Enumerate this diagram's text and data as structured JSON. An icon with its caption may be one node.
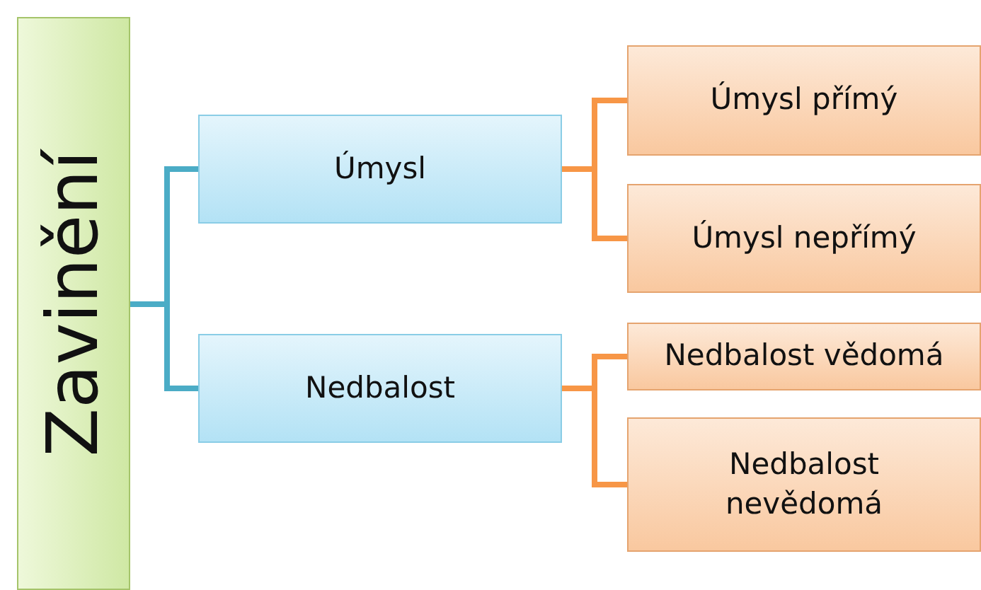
{
  "diagram": {
    "nodes": [
      {
        "text": [
          "Zavinění"
        ]
      },
      {
        "text": [
          "Úmysl"
        ]
      },
      {
        "text": [
          "Nedbalost"
        ]
      },
      {
        "text": [
          "Úmysl přímý"
        ]
      },
      {
        "text": [
          "Úmysl nepřímý"
        ]
      },
      {
        "text": [
          "Nedbalost vědomá"
        ]
      },
      {
        "text": [
          "Nedbalost nevědomá"
        ]
      }
    ],
    "edges": [
      {
        "from": 0,
        "to": 1,
        "arrow": "none",
        "color": "#4bacc6"
      },
      {
        "from": 0,
        "to": 2,
        "arrow": "none",
        "color": "#4bacc6"
      },
      {
        "from": 1,
        "to": 3,
        "arrow": "none"
      },
      {
        "from": 1,
        "to": 4,
        "arrow": "none"
      },
      {
        "from": 2,
        "to": 5,
        "arrow": "none"
      },
      {
        "from": 2,
        "to": 6,
        "arrow": "none"
      }
    ]
  }
}
